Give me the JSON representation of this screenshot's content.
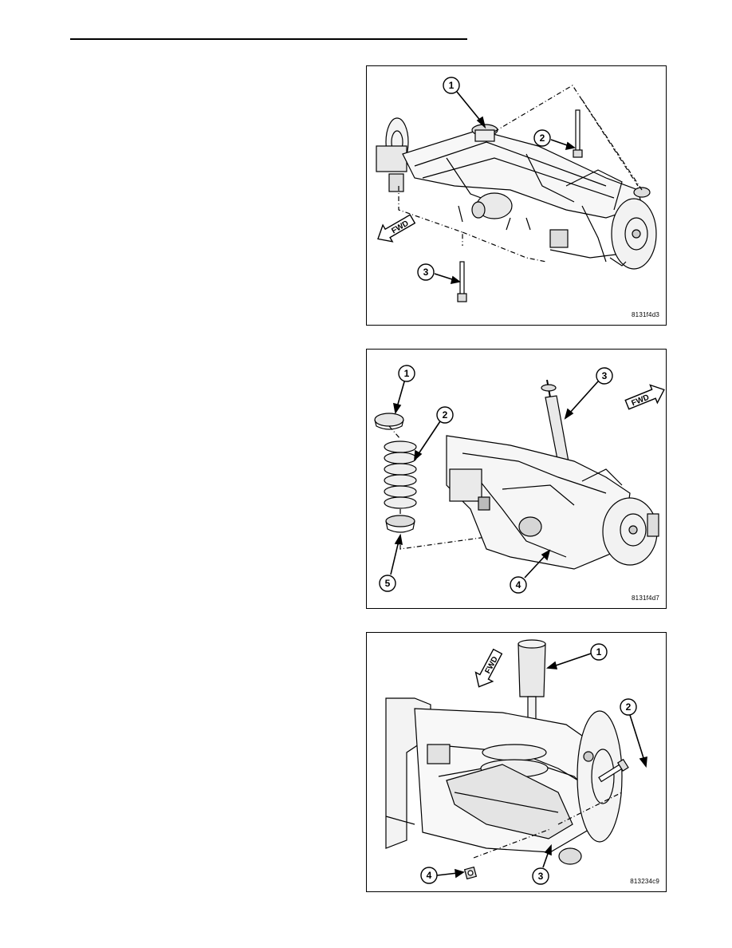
{
  "figures": [
    {
      "code": "8131f4d3",
      "fwd_label": "FWD",
      "callouts": [
        "1",
        "2",
        "3"
      ]
    },
    {
      "code": "8131f4d7",
      "fwd_label": "FWD",
      "callouts": [
        "1",
        "2",
        "3",
        "4",
        "5"
      ]
    },
    {
      "code": "813234c9",
      "fwd_label": "FWD",
      "callouts": [
        "1",
        "2",
        "3",
        "4"
      ]
    }
  ]
}
